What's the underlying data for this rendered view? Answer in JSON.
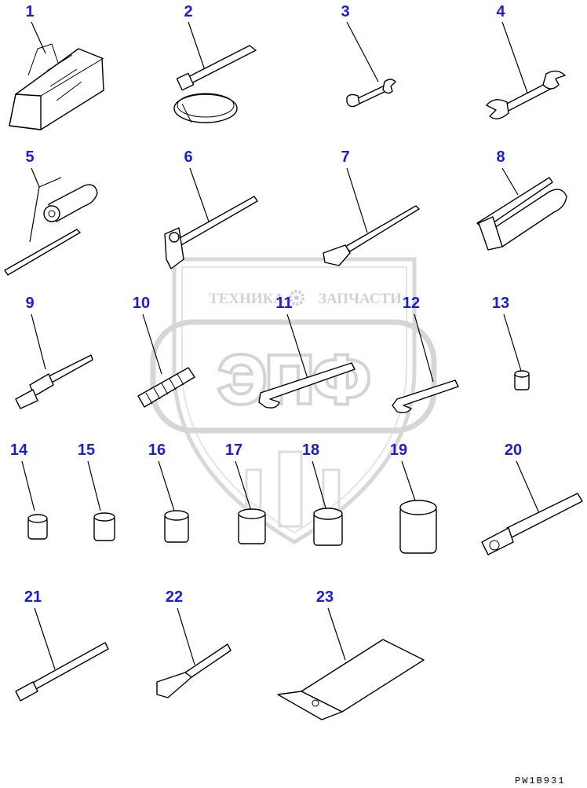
{
  "diagram": {
    "drawing_code": "PW1B931",
    "watermark": {
      "line1_left": "ТЕХНИКА",
      "line1_right": "ЗАПЧАСТИ",
      "letters": "ЭПФ"
    },
    "callouts": [
      "1",
      "2",
      "3",
      "4",
      "5",
      "6",
      "7",
      "8",
      "9",
      "10",
      "11",
      "12",
      "13",
      "14",
      "15",
      "16",
      "17",
      "18",
      "19",
      "20",
      "21",
      "22",
      "23"
    ]
  }
}
